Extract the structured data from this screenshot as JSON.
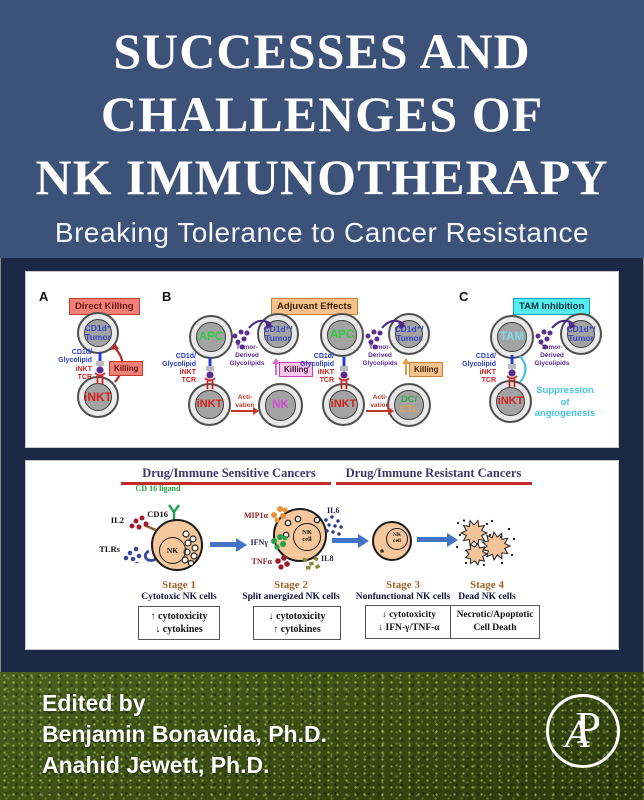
{
  "cover": {
    "title_line1": "SUCCESSES AND",
    "title_line2": "CHALLENGES OF",
    "title_line3": "NK IMMUNOTHERAPY",
    "subtitle": "Breaking Tolerance to Cancer Resistance"
  },
  "figure1": {
    "panel_a": {
      "letter": "A",
      "title": "Direct Killing",
      "killing": "Killing",
      "tumor_line1": "CD1d⁺",
      "tumor_line2": "Tumor",
      "inkt": "iNKT"
    },
    "panel_b": {
      "letter": "B",
      "title": "Adjuvant Effects",
      "apc": "APC",
      "tumor_line1": "CD1d⁺/",
      "tumor_line2": "Tumor",
      "inkt": "iNKT",
      "nk": "NK",
      "dc": "DC/",
      "ctl": "CTL",
      "killing_left": "Killing",
      "killing_right": "Killing",
      "activation_line1": "Acti-",
      "activation_line2": "vation"
    },
    "panel_c": {
      "letter": "C",
      "title": "TAM Inhibition",
      "tam": "TAM",
      "tumor_line1": "CD1d⁺/",
      "tumor_line2": "Tumor",
      "inkt": "iNKT",
      "suppression_line1": "Suppression",
      "suppression_line2": "of",
      "suppression_line3": "angiogenesis"
    },
    "shared": {
      "cd1d": "CD1d/",
      "glycolipid": "Glycolipid",
      "tcr_line1": "iNKT",
      "tcr_line2": "TCR",
      "glyco_line1": "Tumor-",
      "glyco_line2": "Derived",
      "glyco_line3": "Glycolipids"
    }
  },
  "figure2": {
    "header_left": "Drug/Immune Sensitive Cancers",
    "header_right": "Drug/Immune Resistant Cancers",
    "stage1": {
      "cd16_ligand": "CD 16 ligand",
      "cd16": "CD16",
      "il2": "IL2",
      "tlrs": "TLRs",
      "cell_label": "NK",
      "stage": "Stage 1",
      "caption": "Cytotoxic NK cells",
      "effect_line1": "↑ cytotoxicity",
      "effect_line2": "↓ cytokines"
    },
    "stage2": {
      "mip1a": "MIP1α",
      "il6": "IL6",
      "ifng": "IFNγ",
      "tnfa": "TNFα",
      "il8": "IL8",
      "cell_line1": "NK",
      "cell_line2": "cell",
      "stage": "Stage 2",
      "caption": "Split anergized NK cells",
      "effect_line1": "↓ cytotoxicity",
      "effect_line2": "↑ cytokines"
    },
    "stage3": {
      "cell_line1": "NK",
      "cell_line2": "cell",
      "stage": "Stage 3",
      "caption": "Nonfunctional NK cells",
      "effect_line1": "↓ cytotoxicity",
      "effect_line2": "↓ IFN-γ/TNF-α"
    },
    "stage4": {
      "stage": "Stage 4",
      "caption": "Dead NK cells",
      "effect_line1": "Necrotic/Apoptotic",
      "effect_line2": "Cell Death"
    }
  },
  "footer": {
    "edited_by": "Edited by",
    "editor_1": "Benjamin Bonavida, Ph.D.",
    "editor_2": "Anahid Jewett, Ph.D.",
    "logo_a": "A",
    "logo_p": "P"
  },
  "colors": {
    "header_bg": "#3d5278",
    "band_bg": "#1b2845",
    "panel_bg": "#ffffff",
    "direct_killing_box": "#f18177",
    "adjuvant_box": "#f6c28b",
    "tam_box": "#55ecf2",
    "killing_pink_box": "#fbc6ee",
    "apc_green": "#2ecc40",
    "tumor_blue": "#3b45c4",
    "inkt_red": "#d42020",
    "nk_magenta": "#cc4fcc",
    "tam_text": "#7fdce8",
    "glycolipid_purple": "#5b2d8e",
    "stage_brown": "#a5622b",
    "underline_red": "#c32a2a",
    "arrow_blue": "#4472c4",
    "nk_cell_peach": "#f5c79c",
    "footer_green": "#3c4e14"
  }
}
